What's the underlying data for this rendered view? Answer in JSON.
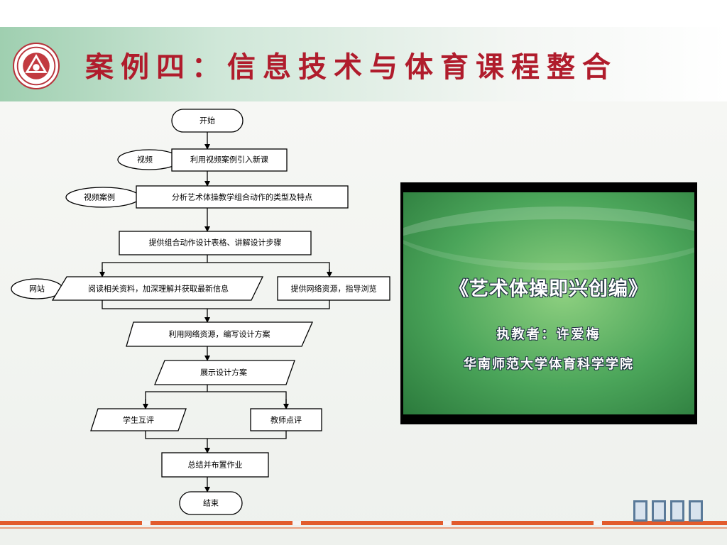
{
  "slide": {
    "title": "案例四：信息技术与体育课程整合"
  },
  "flowchart": {
    "nodes": {
      "start": "开始",
      "video_tag": "视频",
      "step1": "利用视频案例引入新课",
      "case_tag": "视频案例",
      "step2": "分析艺术体操教学组合动作的类型及特点",
      "step3": "提供组合动作设计表格、讲解设计步骤",
      "web_tag": "网站",
      "step4a": "阅读相关资料，加深理解并获取最新信息",
      "step4b": "提供网络资源，指导浏览",
      "step5": "利用网络资源，编写设计方案",
      "step6": "展示设计方案",
      "step7a": "学生互评",
      "step7b": "教师点评",
      "step8": "总结并布置作业",
      "end": "结束"
    }
  },
  "video": {
    "title": "《艺术体操即兴创编》",
    "author": "执教者：许爱梅",
    "school": "华南师范大学体育科学学院"
  },
  "colors": {
    "title": "#b01c2c",
    "accent_stripe": "#e25b2c",
    "video_green": "#4ba55a"
  }
}
